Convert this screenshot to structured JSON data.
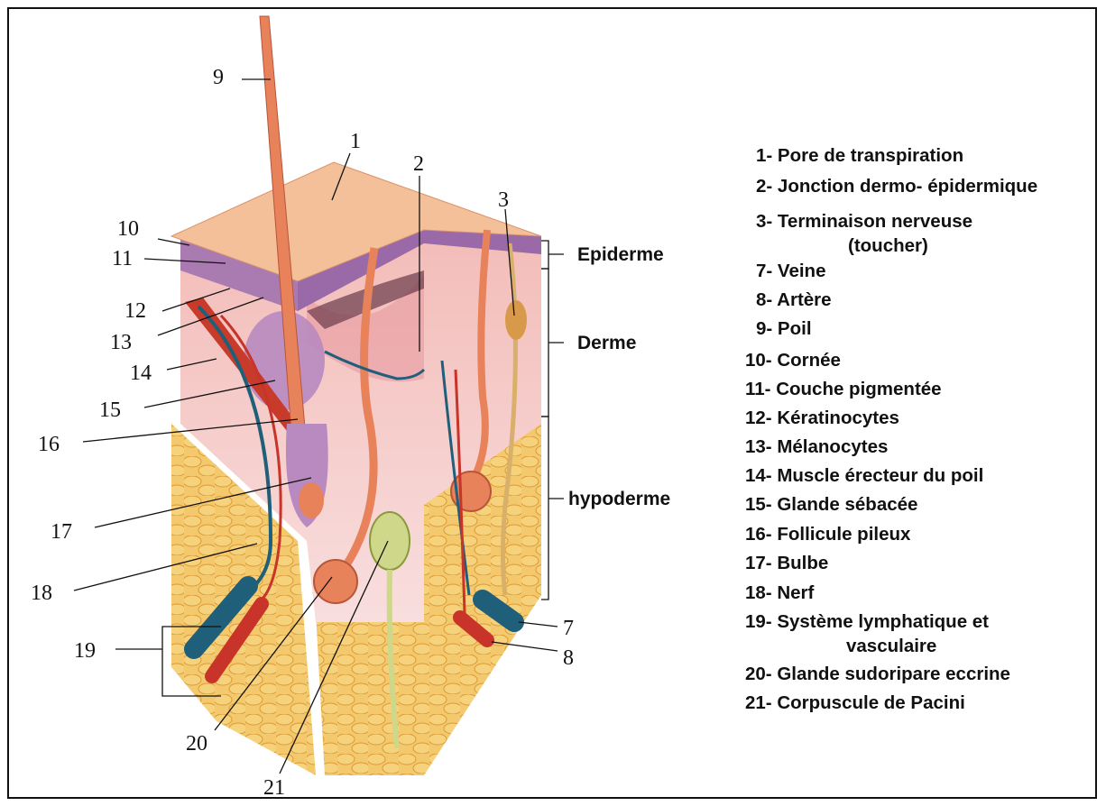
{
  "callouts": {
    "n1": "1",
    "n2": "2",
    "n3": "3",
    "n7": "7",
    "n8": "8",
    "n9": "9",
    "n10": "10",
    "n11": "11",
    "n12": "12",
    "n13": "13",
    "n14": "14",
    "n15": "15",
    "n16": "16",
    "n17": "17",
    "n18": "18",
    "n19": "19",
    "n20": "20",
    "n21": "21"
  },
  "layers": {
    "epiderme": "Epiderme",
    "derme": "Derme",
    "hypoderme": "hypoderme"
  },
  "legend": [
    "1- Pore de transpiration",
    "2- Jonction dermo- épidermique",
    "3- Terminaison nerveuse",
    "(toucher)",
    "7- Veine",
    "8- Artère",
    "9- Poil",
    "10- Cornée",
    "11- Couche pigmentée",
    "12- Kératinocytes",
    "13- Mélanocytes",
    "14- Muscle érecteur du poil",
    "15- Glande sébacée",
    "16- Follicule pileux",
    "17- Bulbe",
    "18- Nerf",
    "19- Système lymphatique et",
    "vasculaire",
    "20- Glande sudoripare eccrine",
    "21- Corpuscule de Pacini"
  ],
  "colors": {
    "skin_surface": "#f3c09a",
    "epidermis_purple": "#a97bb0",
    "dermis": "#f6d4cf",
    "fat": "#f2c060",
    "hair": "#e8825a",
    "vein": "#1f5f7a",
    "artery": "#c8332a"
  }
}
